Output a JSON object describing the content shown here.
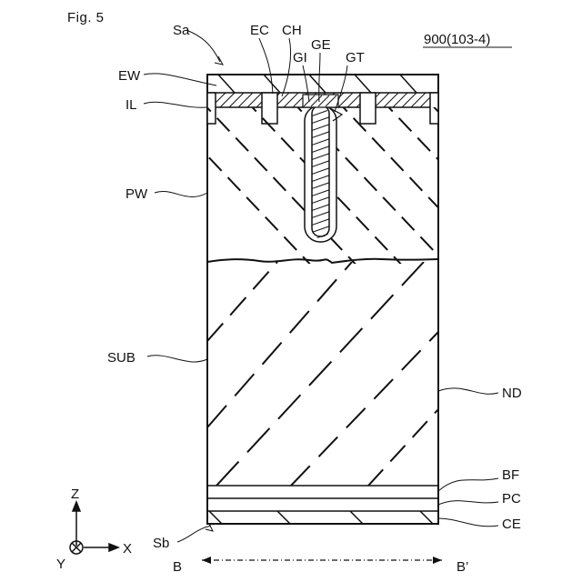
{
  "figure": {
    "title": "Fig. 5",
    "reference": "900(103-4)",
    "surface_front": "Sa",
    "surface_back": "Sb"
  },
  "labels": {
    "ec": "EC",
    "ch": "CH",
    "gi": "GI",
    "ge": "GE",
    "gt": "GT",
    "ew": "EW",
    "il": "IL",
    "pw": "PW",
    "sub": "SUB",
    "nd": "ND",
    "bf": "BF",
    "pc": "PC",
    "ce": "CE"
  },
  "axes": {
    "z": "Z",
    "x": "X",
    "y": "Y"
  },
  "section": {
    "start": "B",
    "end": "B’"
  }
}
